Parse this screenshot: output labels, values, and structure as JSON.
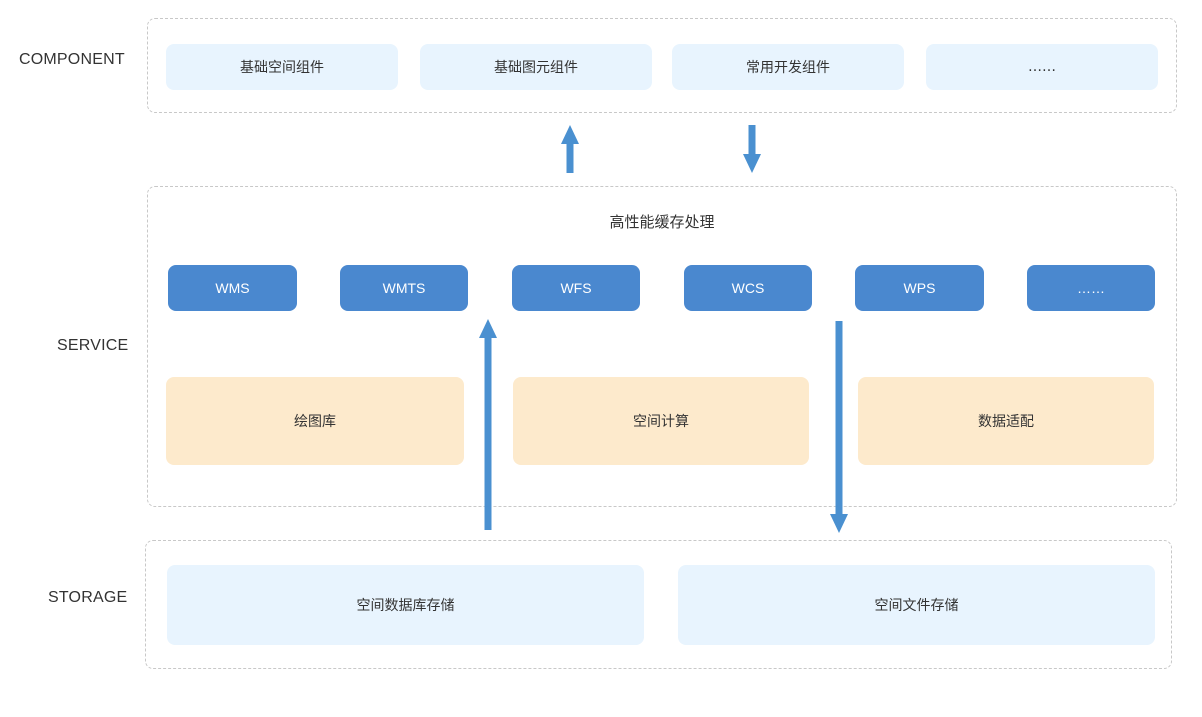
{
  "layers": {
    "component": {
      "label": "COMPONENT",
      "items": [
        "基础空间组件",
        "基础图元组件",
        "常用开发组件",
        "……"
      ]
    },
    "service": {
      "label": "SERVICE",
      "title": "高性能缓存处理",
      "protocols": [
        "WMS",
        "WMTS",
        "WFS",
        "WCS",
        "WPS",
        "……"
      ],
      "modules": [
        "绘图库",
        "空间计算",
        "数据适配"
      ]
    },
    "storage": {
      "label": "STORAGE",
      "items": [
        "空间数据库存储",
        "空间文件存储"
      ]
    }
  },
  "colors": {
    "arrow": "#4a90d0",
    "protocol_box": "#4a88cf",
    "light_box": "#e8f4fe",
    "module_box": "#fdeacc",
    "dashed_border": "#c8c8c8"
  }
}
